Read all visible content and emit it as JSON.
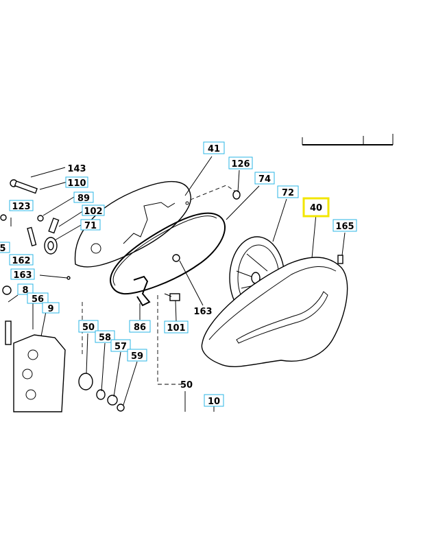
{
  "labels": {
    "p143": "143",
    "p110": "110",
    "p89": "89",
    "p123": "123",
    "p102": "102",
    "p71": "71",
    "p5": "5",
    "p162": "162",
    "p163a": "163",
    "p8": "8",
    "p56": "56",
    "p9": "9",
    "p41": "41",
    "p126": "126",
    "p74": "74",
    "p72": "72",
    "p40": "40",
    "p165": "165",
    "p163b": "163",
    "p86": "86",
    "p101": "101",
    "p50a": "50",
    "p58": "58",
    "p57": "57",
    "p59": "59",
    "p50b": "50",
    "p10": "10"
  },
  "colors": {
    "label_box": "#29b6e6",
    "highlight_box": "#f2e600"
  }
}
